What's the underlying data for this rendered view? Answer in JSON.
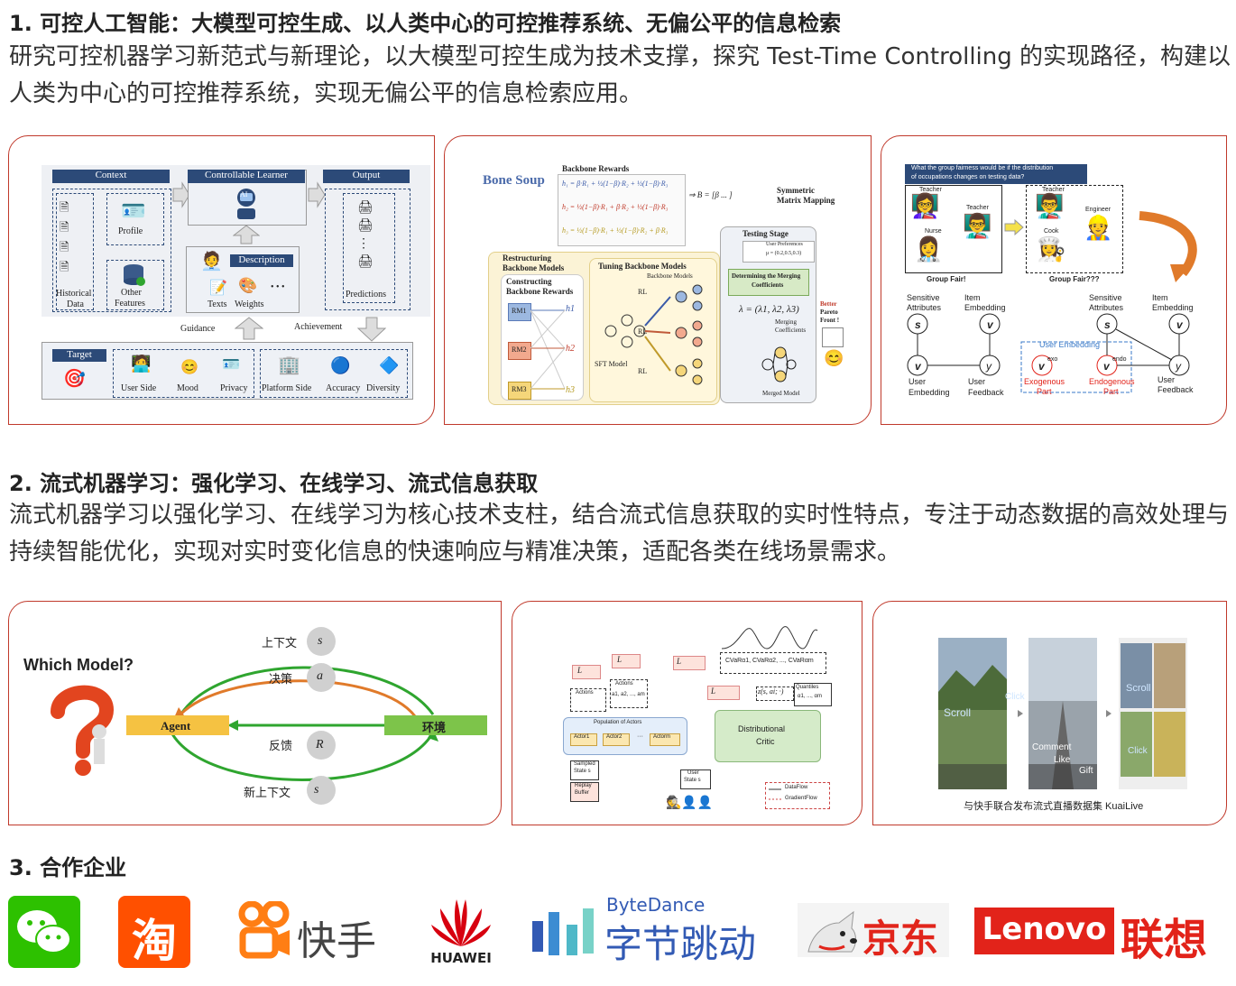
{
  "section1": {
    "title": "1. 可控人工智能：大模型可控生成、以人类中心的可控推荐系统、无偏公平的信息检索",
    "body": "研究可控机器学习新范式与新理论，以大模型可控生成为技术支撑，探究 Test-Time Controlling 的实现路径，构建以人类为中心的可控推荐系统，实现无偏公平的信息检索应用。",
    "fig1": {
      "context": "Context",
      "learner": "Controllable Learner",
      "output": "Output",
      "profile": "Profile",
      "historical": "Historical",
      "data": "Data",
      "other": "Other",
      "features": "Features",
      "description": "Description",
      "texts": "Texts",
      "weights": "Weights",
      "predictions": "Predictions",
      "guidance": "Guidance",
      "achievement": "Achievement",
      "target": "Target",
      "user_side": "User Side",
      "mood": "Mood",
      "privacy": "Privacy",
      "platform_side": "Platform Side",
      "accuracy": "Accuracy",
      "diversity": "Diversity",
      "ai": "AI"
    },
    "fig2": {
      "bone_soup": "Bone Soup",
      "backbone_rewards": "Backbone Rewards",
      "symmetric": "Symmetric",
      "matrix_mapping": "Matrix Mapping",
      "restructuring": "Restructuring",
      "backbone_models": "Backbone Models",
      "constructing": "Constructing",
      "backbone_rewards2": "Backbone Rewards",
      "tuning": "Tuning Backbone Models",
      "backbone_models_small": "Backbone Models",
      "testing_stage": "Testing Stage",
      "user_pref": "User Preferences",
      "mu": "μ = (0.2,0.5,0.3)",
      "determining": "Determining the Merging",
      "coefficients": "Coefficients",
      "lambda": "λ = (λ1, λ2, λ3)",
      "merging": "Merging",
      "merging_coeff": "Coefficients",
      "sft": "SFT Model",
      "rl": "RL",
      "merged_model": "Merged Model",
      "better": "Better",
      "pareto": "Pareto",
      "front": "Front !",
      "rm": [
        "RM1",
        "RM2",
        "RM3"
      ],
      "h": [
        "h1",
        "h2",
        "h3"
      ]
    },
    "fig3": {
      "question_line1": "What the group fairness would be if the distribution",
      "question_line2": "of occupations changes on testing data?",
      "teacher": "Teacher",
      "nurse": "Nurse",
      "engineer": "Engineer",
      "cook": "Cook",
      "group_fair": "Group Fair!",
      "group_fair_q": "Group Fair???",
      "sensitive": "Sensitive",
      "attributes": "Attributes",
      "item": "Item",
      "embedding": "Embedding",
      "user": "User",
      "feedback": "Feedback",
      "user_embedding": "User Embedding",
      "exogenous": "Exogenous",
      "endogenous": "Endogenous",
      "part": "Part",
      "s_u": "s",
      "v_i": "v",
      "v_u": "v",
      "y_ui": "y",
      "exo": "exo",
      "endo": "endo"
    }
  },
  "section2": {
    "title": "2. 流式机器学习：强化学习、在线学习、流式信息获取",
    "body": "流式机器学习以强化学习、在线学习为核心技术支柱，结合流式信息获取的实时性特点，专注于动态数据的高效处理与持续智能优化，实现对实时变化信息的快速响应与精准决策，适配各类在线场景需求。",
    "fig1": {
      "which_model": "Which Model?",
      "agent": "Agent",
      "env": "环境",
      "context": "上下文",
      "action": "决策",
      "feedback": "反馈",
      "new_context": "新上下文",
      "s_t": "s",
      "a_t": "a",
      "r_t": "R",
      "s_t1": "s"
    },
    "fig2": {
      "l_div": "L",
      "l_sta": "L",
      "l_actor": "L",
      "l_critic": "L",
      "cvar": "CVaRα1, CVaRα2, ..., CVaRαm",
      "actions": "Actions",
      "actions_set": "a1, a2, ..., am",
      "population": "Population of Actors",
      "actor1": "Actor1",
      "actor2": "Actor2",
      "actor_m": "Actorm",
      "distributional": "Distributional",
      "critic": "Critic",
      "z_sa": "z(s, ai; ·)",
      "quantiles": "Quantiles",
      "alphas": "α1, ..., αm",
      "sampled": "Sampled",
      "state_s": "State s",
      "replay": "Replay",
      "buffer": "Buffer",
      "user": "User",
      "user_state": "State s",
      "dataflow": "DataFlow",
      "gradientflow": "GradientFlow"
    },
    "fig3": {
      "caption": "与快手联合发布流式直播数据集 KuaiLive",
      "scroll": "Scroll",
      "click": "Click",
      "comment": "Comment",
      "like": "Like",
      "gift": "Gift"
    }
  },
  "section3": {
    "title": "3. 合作企业",
    "logos": {
      "taobao": "淘",
      "kuaishou": "快手",
      "huawei": "HUAWEI",
      "bytedance_en": "ByteDance",
      "bytedance_cn": "字节跳动",
      "jd": "京东",
      "lenovo_en": "Lenovo",
      "lenovo_cn": "联想"
    }
  },
  "colors": {
    "panel_border": "#c0392b",
    "accent_blue": "#2c4a78",
    "agent_fill": "#f5c242",
    "env_fill": "#7dc44a",
    "green_arrow": "#2fa52f",
    "orange_arrow": "#e07a2a",
    "wechat": "#2dc100",
    "taobao": "#ff5000",
    "kuaishou": "#ff7e14",
    "huawei": "#d7000f",
    "bytedance": "#325ab4",
    "jd": "#e1251b",
    "lenovo": "#e2231a"
  }
}
